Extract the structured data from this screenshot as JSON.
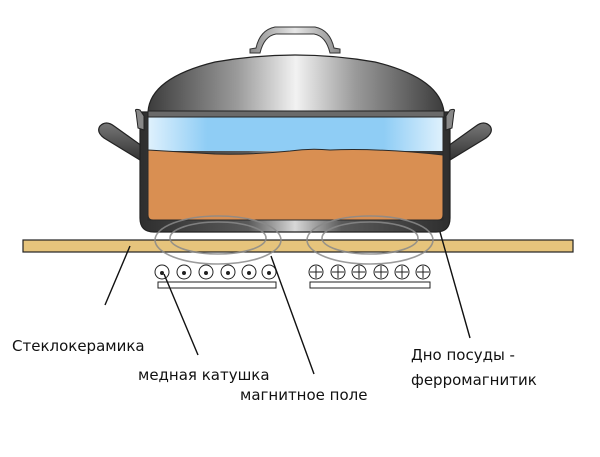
{
  "labels": {
    "glass_ceramic": "Стеклокерамика",
    "copper_coil": "медная катушка",
    "magnetic_field": "магнитное поле",
    "pot_bottom_line1": "Дно посуды -",
    "pot_bottom_line2": "ферромагнитик"
  },
  "colors": {
    "glass_ceramic_fill": "#e6c47c",
    "food_fill": "#d98f52",
    "water_fill": "#8fcdf5",
    "pot_dark": "#3a3a3a",
    "field_lines": "#8a8a8a"
  },
  "coils": {
    "left_current_symbol": "dot",
    "right_current_symbol": "plus",
    "count_per_side": 6
  }
}
